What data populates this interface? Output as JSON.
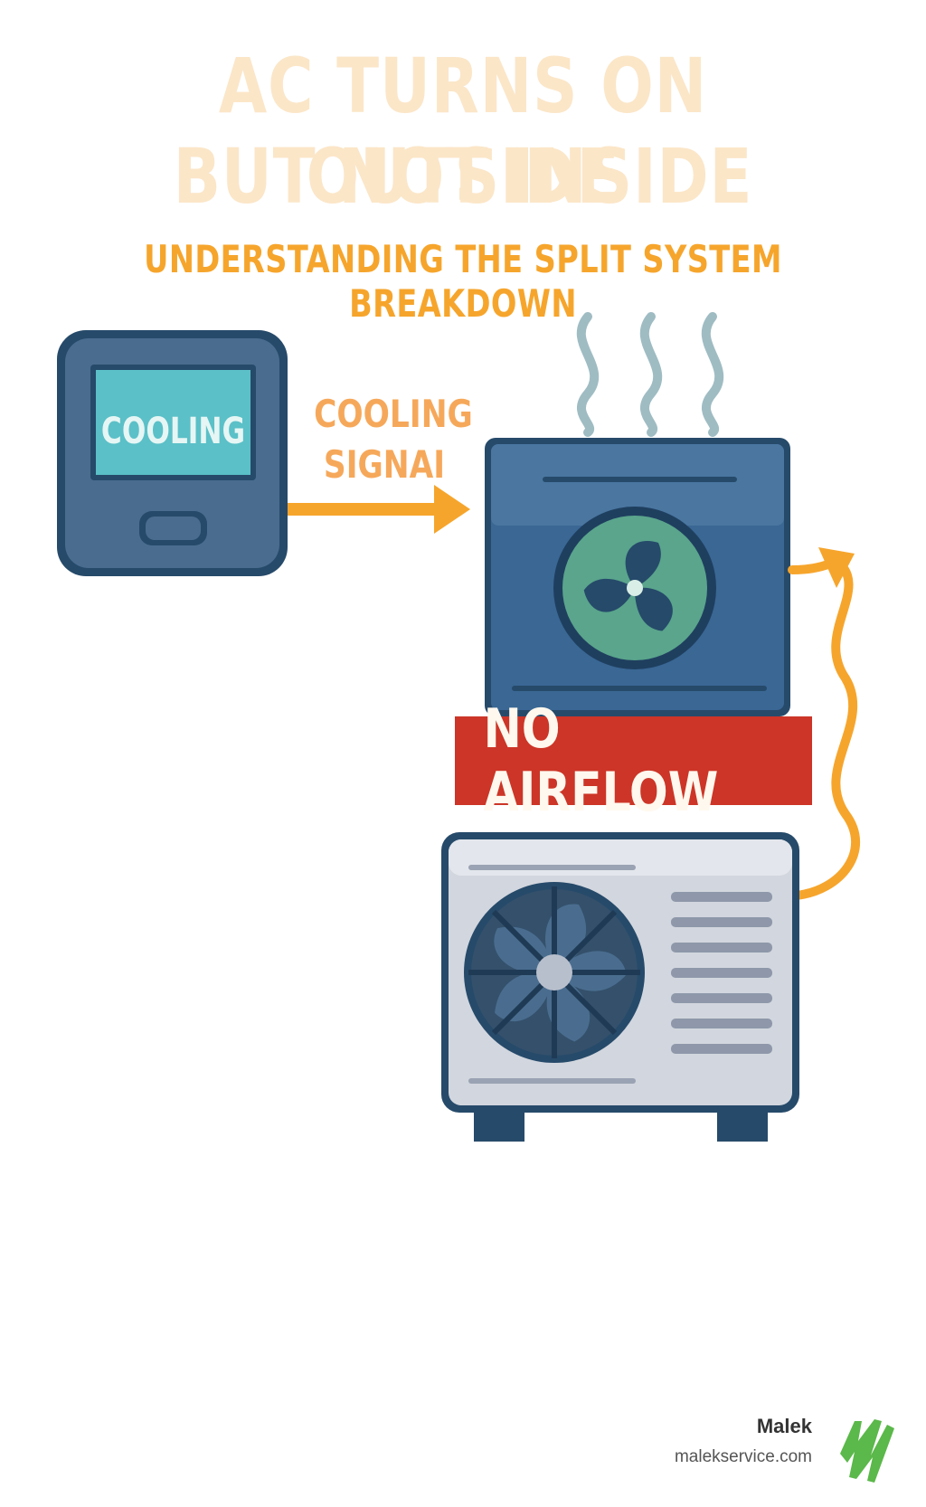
{
  "header": {
    "title_line1": "AC TURNS ON OUTSIDE",
    "title_line2": "BUT NOT INSIDE",
    "subtitle": "UNDERSTANDING THE SPLIT SYSTEM BREAKDOWN"
  },
  "thermostat": {
    "screen_label": "COOLING"
  },
  "signal": {
    "line1": "COOLING",
    "line2": "SIGNAI"
  },
  "status": {
    "label": "NO AIRFLOW"
  },
  "footer": {
    "brand_name": "Malek",
    "brand_url": "malekservice.com"
  },
  "colors": {
    "title": "#fbe6c8",
    "accent_orange": "#f6a52c",
    "unit_blue": "#3a6794",
    "alert_red": "#cc3527",
    "logo_green": "#5bb84a"
  },
  "icons": [
    "thermostat-icon",
    "arrow-right-icon",
    "heat-waves-icon",
    "indoor-fan-icon",
    "outdoor-fan-icon",
    "refrigerant-line-icon",
    "malek-logo-icon"
  ]
}
